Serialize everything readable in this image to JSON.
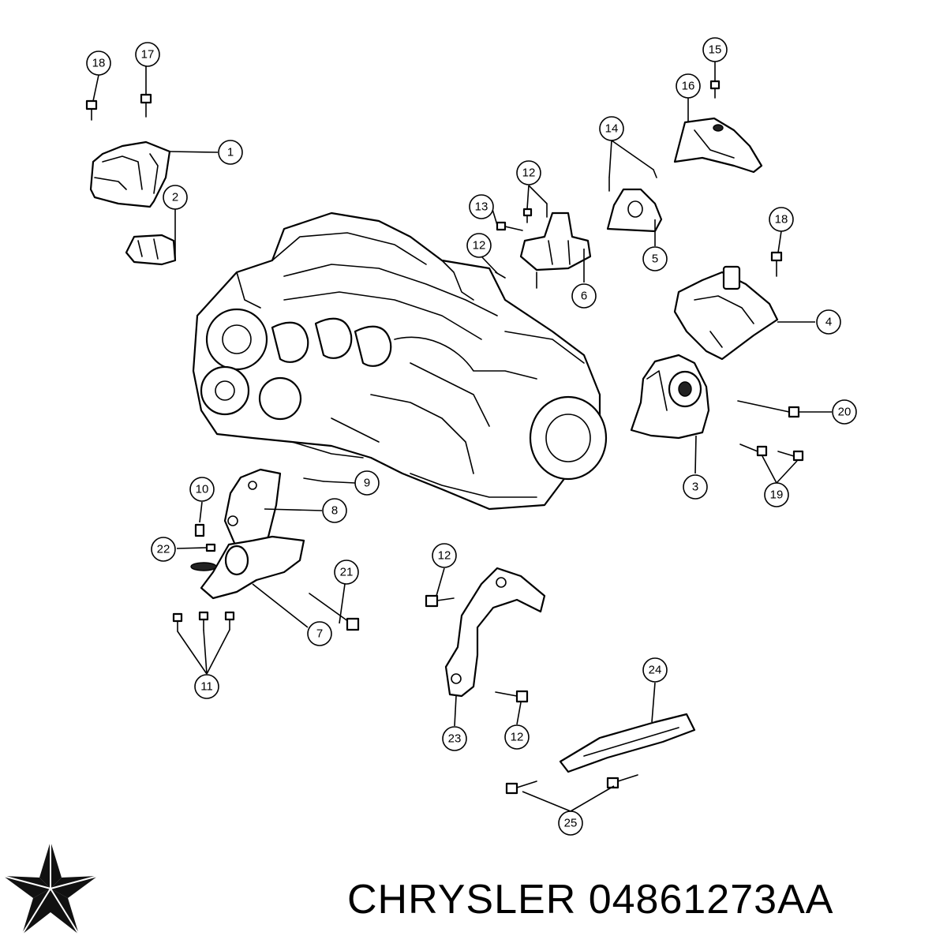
{
  "caption": {
    "brand": "CHRYSLER",
    "part_number": "04861273AA"
  },
  "logo": {
    "icon": "chrysler-pentastar-icon"
  },
  "callouts": [
    {
      "id": "c1",
      "label": "1"
    },
    {
      "id": "c2",
      "label": "2"
    },
    {
      "id": "c3",
      "label": "3"
    },
    {
      "id": "c4",
      "label": "4"
    },
    {
      "id": "c5",
      "label": "5"
    },
    {
      "id": "c6",
      "label": "6"
    },
    {
      "id": "c7",
      "label": "7"
    },
    {
      "id": "c8",
      "label": "8"
    },
    {
      "id": "c9",
      "label": "9"
    },
    {
      "id": "c10",
      "label": "10"
    },
    {
      "id": "c11",
      "label": "11"
    },
    {
      "id": "c12a",
      "label": "12"
    },
    {
      "id": "c12b",
      "label": "12"
    },
    {
      "id": "c12c",
      "label": "12"
    },
    {
      "id": "c12d",
      "label": "12"
    },
    {
      "id": "c13",
      "label": "13"
    },
    {
      "id": "c14",
      "label": "14"
    },
    {
      "id": "c15",
      "label": "15"
    },
    {
      "id": "c16",
      "label": "16"
    },
    {
      "id": "c17",
      "label": "17"
    },
    {
      "id": "c18a",
      "label": "18"
    },
    {
      "id": "c18b",
      "label": "18"
    },
    {
      "id": "c19",
      "label": "19"
    },
    {
      "id": "c20",
      "label": "20"
    },
    {
      "id": "c21",
      "label": "21"
    },
    {
      "id": "c22",
      "label": "22"
    },
    {
      "id": "c23",
      "label": "23"
    },
    {
      "id": "c24",
      "label": "24"
    },
    {
      "id": "c25",
      "label": "25"
    }
  ]
}
